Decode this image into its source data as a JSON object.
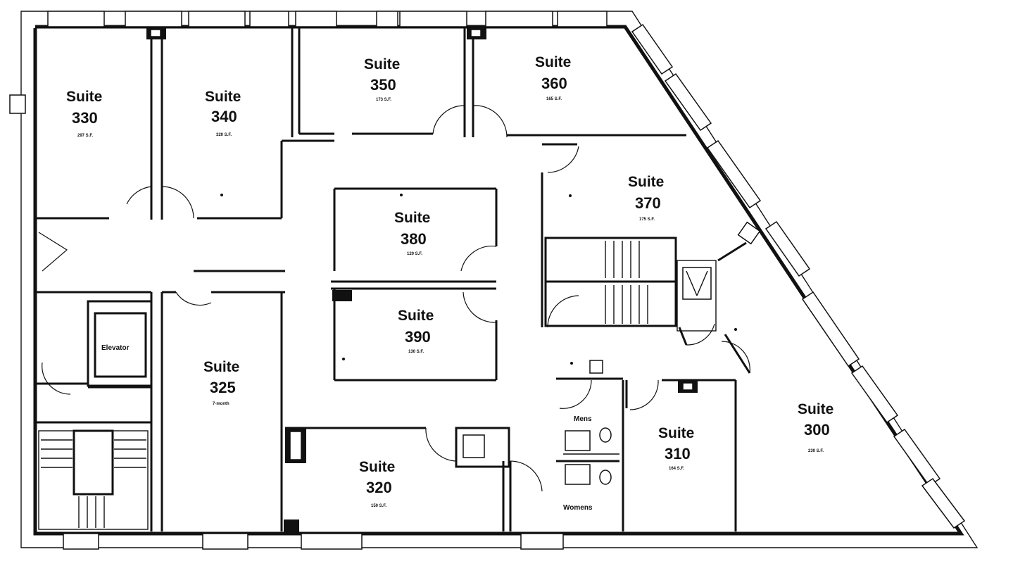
{
  "suites": [
    {
      "title": "Suite",
      "number": "330",
      "area": "297 S.F."
    },
    {
      "title": "Suite",
      "number": "340",
      "area": "320 S.F."
    },
    {
      "title": "Suite",
      "number": "350",
      "area": "173 S.F."
    },
    {
      "title": "Suite",
      "number": "360",
      "area": "165 S.F."
    },
    {
      "title": "Suite",
      "number": "370",
      "area": "175 S.F."
    },
    {
      "title": "Suite",
      "number": "380",
      "area": "120 S.F."
    },
    {
      "title": "Suite",
      "number": "390",
      "area": "130 S.F."
    },
    {
      "title": "Suite",
      "number": "325",
      "area": "7-month"
    },
    {
      "title": "Suite",
      "number": "320",
      "area": "150 S.F."
    },
    {
      "title": "Suite",
      "number": "310",
      "area": "164 S.F."
    },
    {
      "title": "Suite",
      "number": "300",
      "area": "230 S.F."
    }
  ],
  "labels": {
    "elevator": "Elevator",
    "mens": "Mens",
    "womens": "Womens"
  },
  "colors": {
    "ink": "#111111",
    "paper": "#ffffff"
  }
}
